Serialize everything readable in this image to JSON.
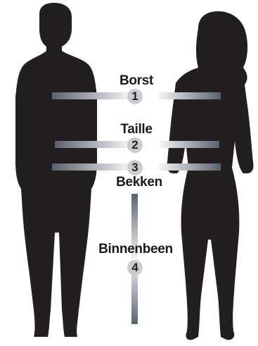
{
  "measurements": [
    {
      "label": "Borst",
      "number": "1"
    },
    {
      "label": "Taille",
      "number": "2"
    },
    {
      "label": "Bekken",
      "number": "3"
    },
    {
      "label": "Binnenbeen",
      "number": "4"
    }
  ],
  "colors": {
    "silhouette": "#231f20",
    "bar_dark": "#5a6270",
    "bar_light": "#f4f5f7",
    "badge": "#c9ccd1"
  }
}
